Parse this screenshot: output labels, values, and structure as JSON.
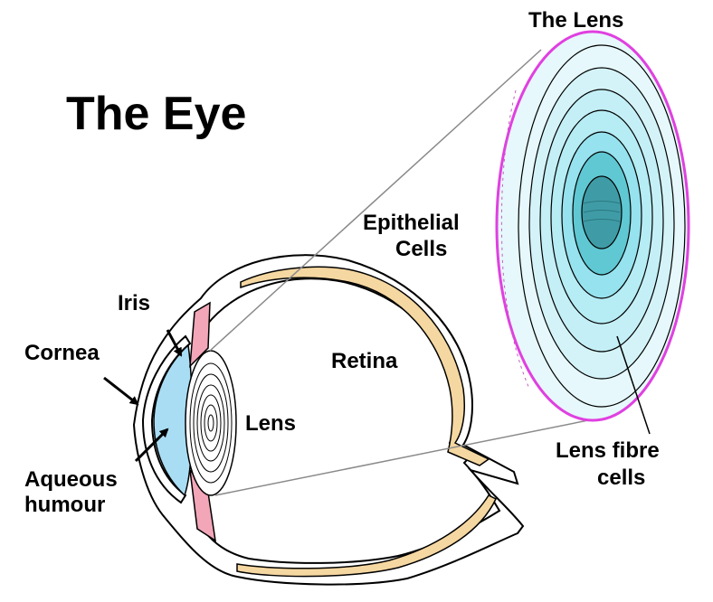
{
  "diagram": {
    "title": "The Eye",
    "labels": {
      "lens_closeup_heading": "The Lens",
      "epithelial_line1": "Epithelial",
      "epithelial_line2": "Cells",
      "iris": "Iris",
      "cornea": "Cornea",
      "retina": "Retina",
      "lens": "Lens",
      "aqueous_line1": "Aqueous",
      "aqueous_line2": "humour",
      "lens_fibre_line1": "Lens fibre",
      "lens_fibre_line2": "cells"
    }
  },
  "colors": {
    "retina_fill": "#f5d7a1",
    "iris_fill": "#f2a6b8",
    "aqueous_fill": "#a9ddf4",
    "lens_outline": "#e040e0",
    "lens_outer_fill": "#e6f8fb",
    "lens_mid_fill": "#b6ecf4",
    "lens_inner_fill": "#5fc8d3",
    "lens_core_fill": "#3f9ca6"
  }
}
